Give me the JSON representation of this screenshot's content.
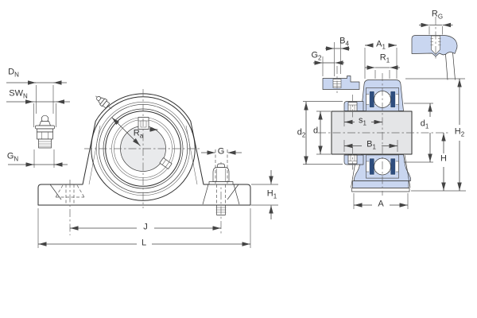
{
  "drawing": {
    "subject": "Pillow block ball bearing unit dimension drawing, front view and sectioned side view",
    "labels": {
      "dn": {
        "base": "D",
        "sub": "N"
      },
      "swn": {
        "base": "SW",
        "sub": "N"
      },
      "gn": {
        "base": "G",
        "sub": "N"
      },
      "ra": {
        "base": "R",
        "sub": "a"
      },
      "g": {
        "base": "G",
        "sub": ""
      },
      "h1": {
        "base": "H",
        "sub": "1"
      },
      "j": {
        "base": "J",
        "sub": ""
      },
      "l": {
        "base": "L",
        "sub": ""
      },
      "g2": {
        "base": "G",
        "sub": "2"
      },
      "b4": {
        "base": "B",
        "sub": "4"
      },
      "a1": {
        "base": "A",
        "sub": "1"
      },
      "r1": {
        "base": "R",
        "sub": "1"
      },
      "rg": {
        "base": "R",
        "sub": "G"
      },
      "s1": {
        "base": "s",
        "sub": "1"
      },
      "d2": {
        "base": "d",
        "sub": "2"
      },
      "d": {
        "base": "d",
        "sub": ""
      },
      "d1": {
        "base": "d",
        "sub": "1"
      },
      "b1": {
        "base": "B",
        "sub": "1"
      },
      "h2": {
        "base": "H",
        "sub": "2"
      },
      "h": {
        "base": "H",
        "sub": ""
      },
      "a": {
        "base": "A",
        "sub": ""
      }
    },
    "colors": {
      "housing_fill": "#c9d6f0",
      "seal_fill": "#2f4e7e",
      "shaft_fill": "#e4e5e7",
      "bore_fill": "#e9eaec",
      "line": "#2e2e2e",
      "dim": "#444444",
      "background": "#ffffff"
    }
  }
}
